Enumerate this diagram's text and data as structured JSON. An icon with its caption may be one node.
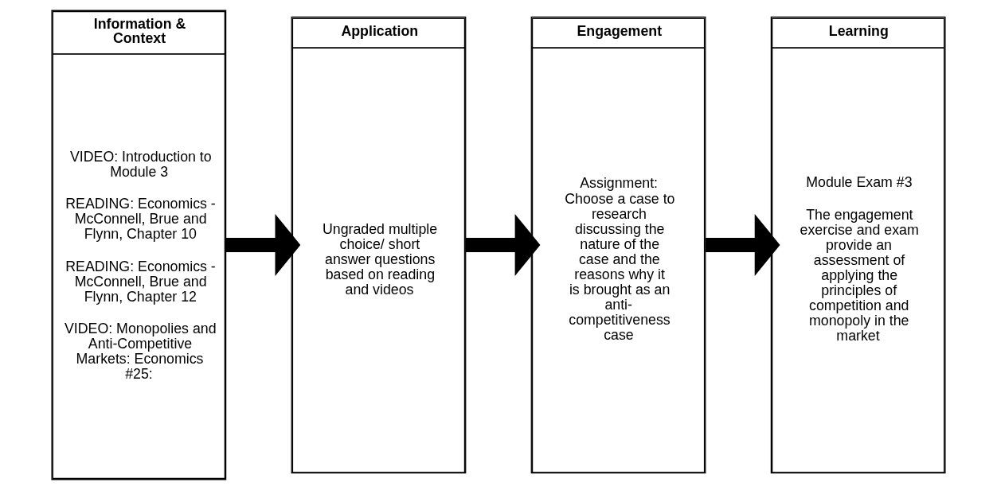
{
  "diagram": {
    "nodes": [
      {
        "text": [
          "Information & Context",
          "VIDEO: Introduction to Module 3",
          "READING: Economics - McConnell, Brue and Flynn, Chapter 10",
          "READING: Economics - McConnell, Brue and Flynn, Chapter 12",
          "VIDEO: Monopolies and Anti-Competitive Markets: Economics #25:"
        ]
      },
      {
        "text": [
          "Application",
          "Ungraded multiple choice/ short answer questions based on reading and videos"
        ]
      },
      {
        "text": [
          "Engagement",
          "Assignment: Choose a case to research discussing the nature of the case and the reasons why it is brought as an anti-competitiveness case"
        ]
      },
      {
        "text": [
          "Learning",
          "Module Exam #3",
          "The engagement exercise and exam provide an assessment of applying the principles of competition and monopoly in the market"
        ]
      }
    ],
    "edges": [
      {
        "from": 0,
        "to": 1,
        "arrow": "to"
      },
      {
        "from": 1,
        "to": 2,
        "arrow": "to"
      },
      {
        "from": 2,
        "to": 3,
        "arrow": "to"
      }
    ]
  }
}
